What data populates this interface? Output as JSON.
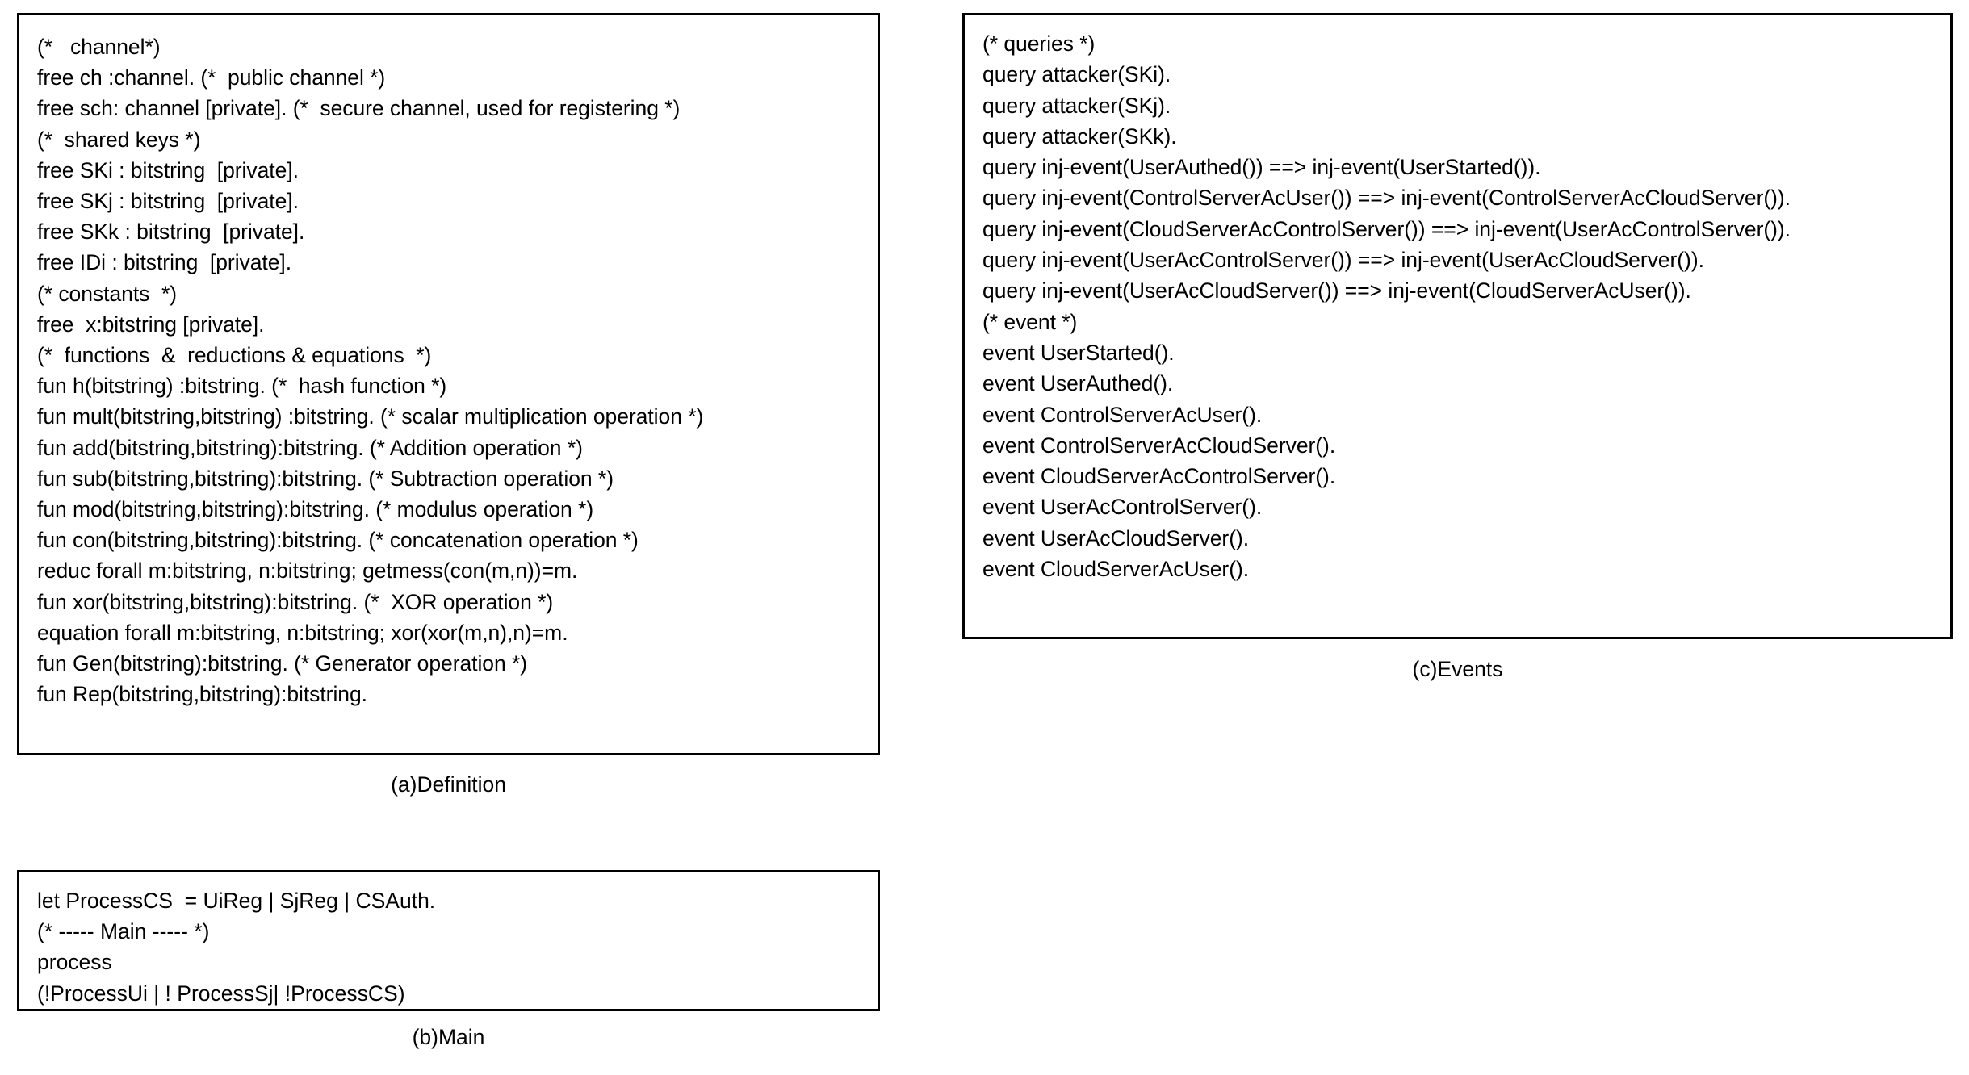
{
  "figure": {
    "panels": [
      {
        "id": "definition",
        "caption": "(a)Definition",
        "lines": [
          "(*   channel*)",
          "free ch :channel. (*  public channel *)",
          "free sch: channel [private]. (*  secure channel, used for registering *)",
          "(*  shared keys *)",
          "free SKi : bitstring  [private].",
          "free SKj : bitstring  [private].",
          "free SKk : bitstring  [private].",
          "free IDi : bitstring  [private].",
          "(* constants  *)",
          "free  x:bitstring [private].",
          "(*  functions  &  reductions & equations  *)",
          "fun h(bitstring) :bitstring. (*  hash function *)",
          "fun mult(bitstring,bitstring) :bitstring. (* scalar multiplication operation *)",
          "fun add(bitstring,bitstring):bitstring. (* Addition operation *)",
          "fun sub(bitstring,bitstring):bitstring. (* Subtraction operation *)",
          "fun mod(bitstring,bitstring):bitstring. (* modulus operation *)",
          "fun con(bitstring,bitstring):bitstring. (* concatenation operation *)",
          "reduc forall m:bitstring, n:bitstring; getmess(con(m,n))=m.",
          "fun xor(bitstring,bitstring):bitstring. (*  XOR operation *)",
          "equation forall m:bitstring, n:bitstring; xor(xor(m,n),n)=m.",
          "fun Gen(bitstring):bitstring. (* Generator operation *)",
          "fun Rep(bitstring,bitstring):bitstring."
        ]
      },
      {
        "id": "main",
        "caption": "(b)Main",
        "lines": [
          "let ProcessCS  = UiReg | SjReg | CSAuth.",
          "(* ----- Main ----- *)",
          "process",
          "(!ProcessUi | ! ProcessSj| !ProcessCS)"
        ]
      },
      {
        "id": "events",
        "caption": "(c)Events",
        "lines": [
          "(* queries *)",
          "query attacker(SKi).",
          "query attacker(SKj).",
          "query attacker(SKk).",
          "query inj-event(UserAuthed()) ==> inj-event(UserStarted()).",
          "query inj-event(ControlServerAcUser()) ==> inj-event(ControlServerAcCloudServer()).",
          "query inj-event(CloudServerAcControlServer()) ==> inj-event(UserAcControlServer()).",
          "query inj-event(UserAcControlServer()) ==> inj-event(UserAcCloudServer()).",
          "query inj-event(UserAcCloudServer()) ==> inj-event(CloudServerAcUser()).",
          "(* event *)",
          "event UserStarted().",
          "event UserAuthed().",
          "event ControlServerAcUser().",
          "event ControlServerAcCloudServer().",
          "event CloudServerAcControlServer().",
          "event UserAcControlServer().",
          "event UserAcCloudServer().",
          "event CloudServerAcUser()."
        ]
      }
    ]
  }
}
